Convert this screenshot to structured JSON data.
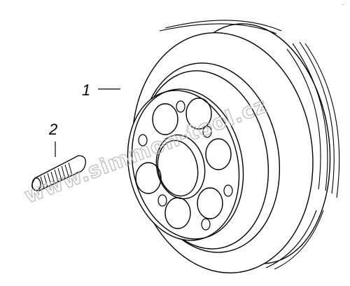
{
  "callouts": {
    "part1": "1",
    "part2": "2"
  },
  "watermark": "www.simmon-tool.cz",
  "corner_mark": "–"
}
